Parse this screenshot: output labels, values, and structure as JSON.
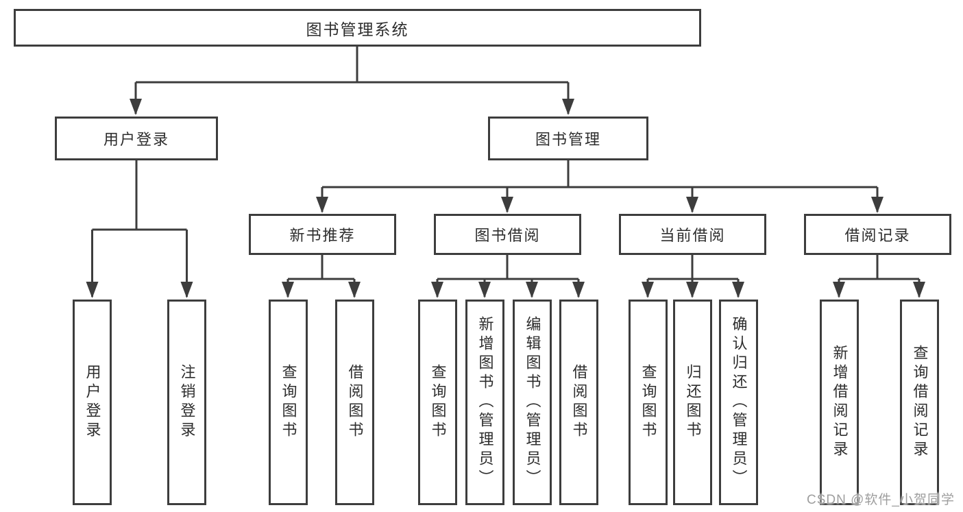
{
  "diagram_type": "hierarchy-tree",
  "tree": {
    "root": "图书管理系统",
    "children": [
      {
        "label": "用户登录",
        "leaves": [
          "用户登录",
          "注销登录"
        ]
      },
      {
        "label": "图书管理",
        "modules": [
          {
            "label": "新书推荐",
            "leaves": [
              "查询图书",
              "借阅图书"
            ]
          },
          {
            "label": "图书借阅",
            "leaves": [
              "查询图书",
              "新增图书（管理员）",
              "编辑图书（管理员）",
              "借阅图书"
            ]
          },
          {
            "label": "当前借阅",
            "leaves": [
              "查询图书",
              "归还图书",
              "确认归还（管理员）"
            ]
          },
          {
            "label": "借阅记录",
            "leaves": [
              "新增借阅记录",
              "查询借阅记录"
            ]
          }
        ]
      }
    ]
  },
  "watermark": {
    "text": "CSDN @软件_小贺同学",
    "color": "#9e9e9e"
  },
  "colors": {
    "line": "#3d3d3d",
    "border": "#3d3d3d",
    "text": "#2d2d2d",
    "background": "#ffffff"
  }
}
